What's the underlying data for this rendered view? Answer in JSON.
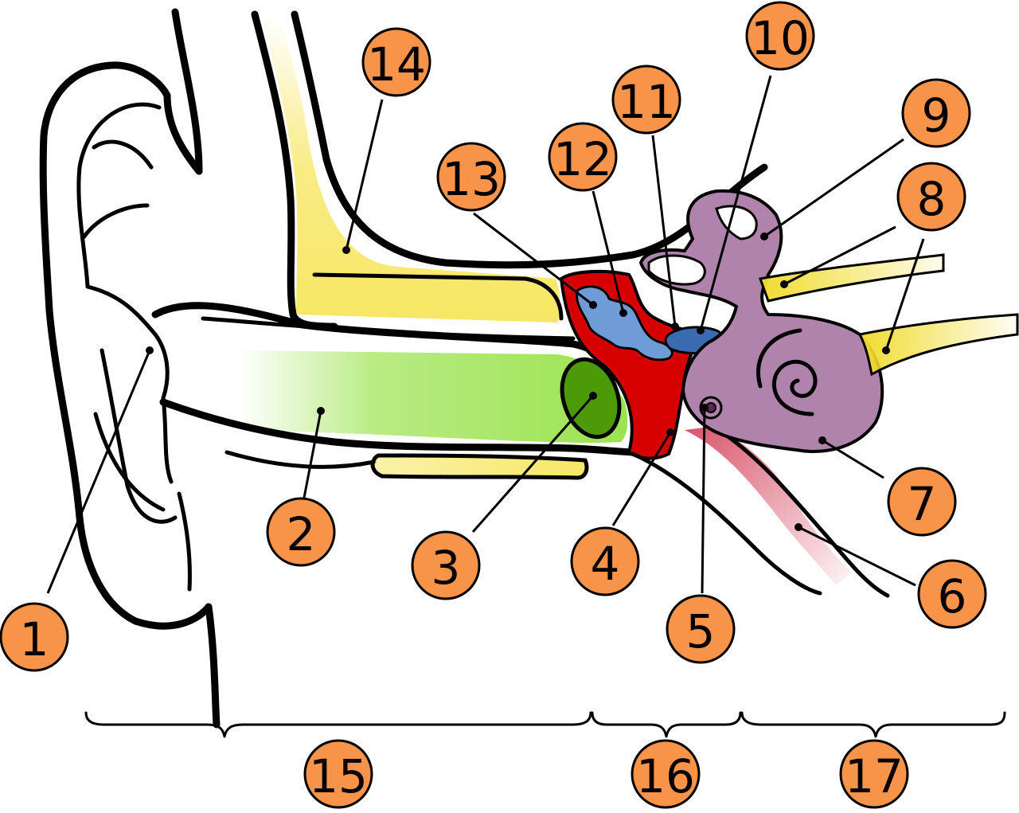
{
  "labels": {
    "l1": "1",
    "l2": "2",
    "l3": "3",
    "l4": "4",
    "l5": "5",
    "l6": "6",
    "l7": "7",
    "l8": "8",
    "l9": "9",
    "l10": "10",
    "l11": "11",
    "l12": "12",
    "l13": "13",
    "l14": "14",
    "l15": "15",
    "l16": "16",
    "l17": "17"
  },
  "colors": {
    "badge_fill": "#f7944a",
    "ear_canal_green": "#9be34f",
    "eardrum_green": "#4c9a08",
    "bone_yellow": "#f7e765",
    "middle_ear_red": "#d60000",
    "ossicles_blue": "#6f9bd6",
    "inner_ear_purple": "#b083ad",
    "nerve_yellow": "#f0dc30",
    "tube_pink": "#d9536a"
  }
}
